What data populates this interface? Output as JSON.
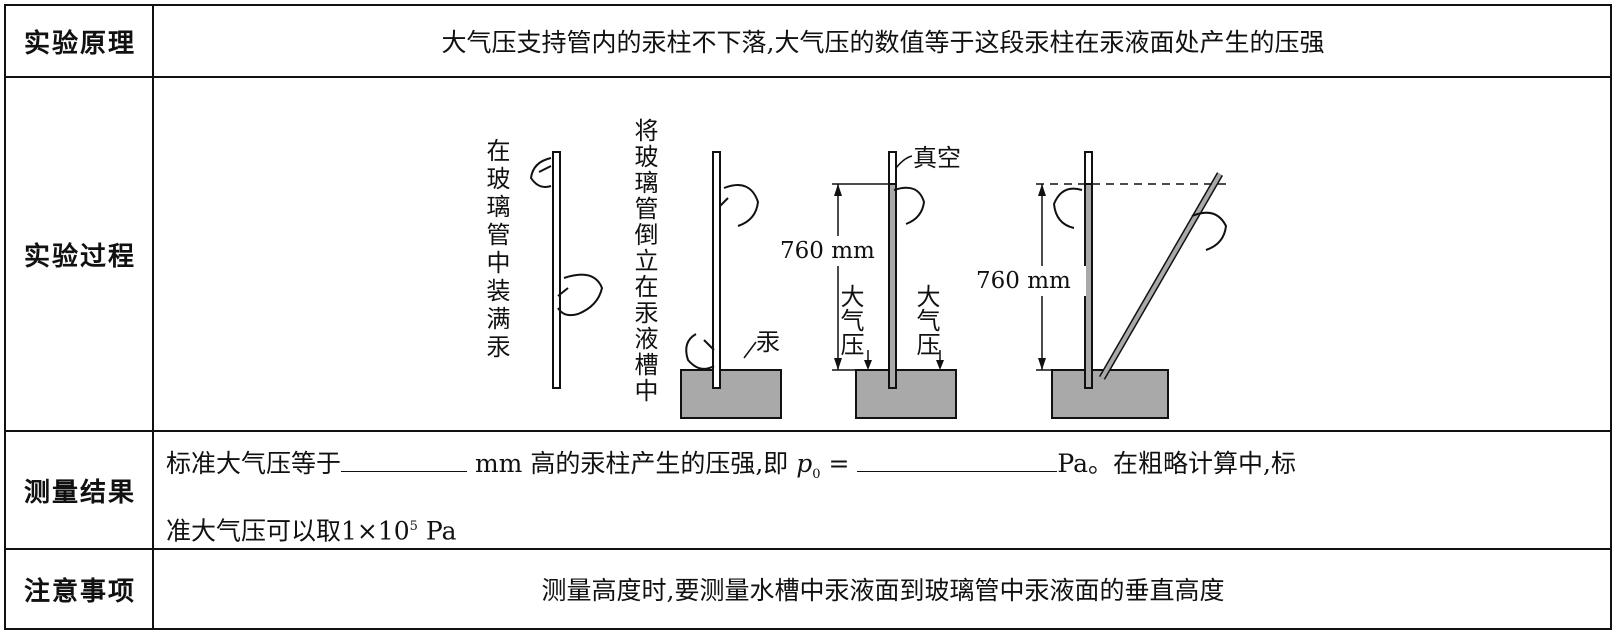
{
  "rows": {
    "principle": {
      "label": "实验原理",
      "text": "大气压支持管内的汞柱不下落,大气压的数值等于这段汞柱在汞液面处产生的压强"
    },
    "process": {
      "label": "实验过程",
      "figure": {
        "step1_text": "在玻璃管中装满汞",
        "step2_text": "将玻璃管倒立在汞液槽中",
        "mercury_label": "汞",
        "vacuum_label": "真空",
        "height_label_a": "760 mm",
        "height_label_b": "760 mm",
        "pressure_label_left": "大气压",
        "pressure_label_right": "大气压"
      }
    },
    "result": {
      "label": "测量结果",
      "part1": "标准大气压等于",
      "part2": "mm 高的汞柱产生的压强,即 ",
      "p0": "p",
      "p0_sub": "0",
      "part3": " =",
      "part4": "Pa。在粗略计算中,标",
      "part5": "准大气压可以取1×10",
      "exp": "5",
      "part6": " Pa"
    },
    "notes": {
      "label": "注意事项",
      "text": "测量高度时,要测量水槽中汞液面到玻璃管中汞液面的垂直高度"
    }
  },
  "colors": {
    "mercury": "#a9a9a9",
    "line": "#111111"
  }
}
